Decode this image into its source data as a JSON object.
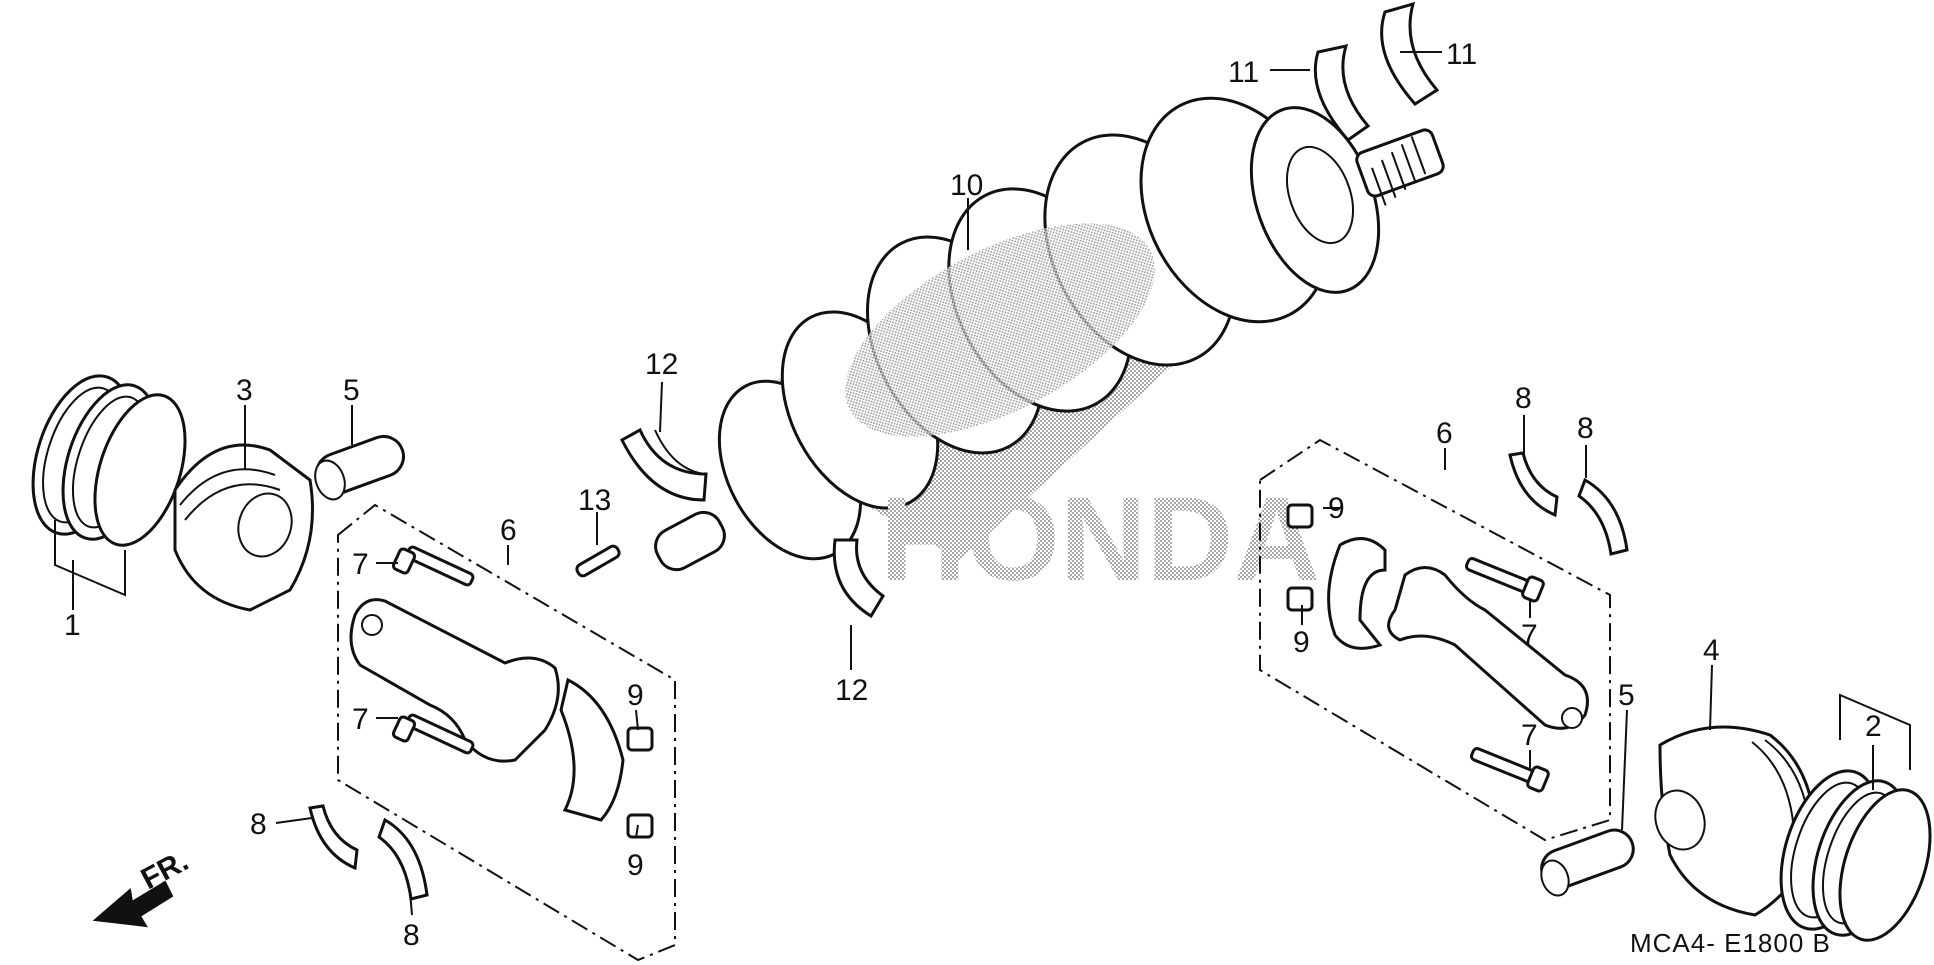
{
  "diagram": {
    "callouts": {
      "c1": "1",
      "c2": "2",
      "c3": "3",
      "c4": "4",
      "c5a": "5",
      "c5b": "5",
      "c6a": "6",
      "c6b": "6",
      "c7a": "7",
      "c7b": "7",
      "c7c": "7",
      "c7d": "7",
      "c8a": "8",
      "c8b": "8",
      "c8c": "8",
      "c8d": "8",
      "c9a": "9",
      "c9b": "9",
      "c9c": "9",
      "c9d": "9",
      "c10": "10",
      "c11a": "11",
      "c11b": "11",
      "c12a": "12",
      "c12b": "12",
      "c13": "13"
    },
    "direction_label": "FR.",
    "diagram_code": "MCA4- E1800 B",
    "watermark": "HONDA",
    "colors": {
      "ink": "#111111",
      "paper": "#ffffff",
      "halftone": "#6b6b6b"
    }
  }
}
